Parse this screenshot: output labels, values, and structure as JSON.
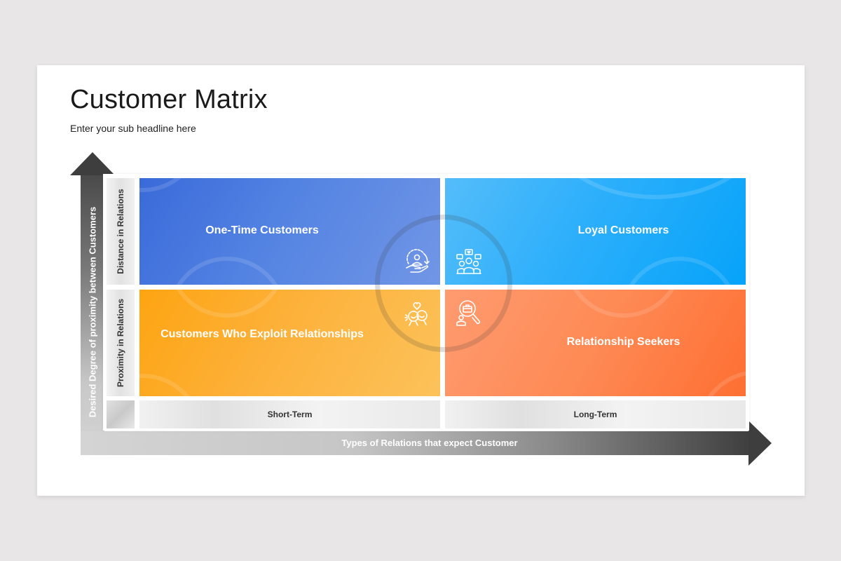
{
  "slide": {
    "title": "Customer Matrix",
    "subtitle": "Enter your sub headline here"
  },
  "axes": {
    "vertical_label": "Desired Degree of proximity between Customers",
    "horizontal_label": "Types of Relations that expect Customer"
  },
  "rows": [
    {
      "label": "Distance in Relations"
    },
    {
      "label": "Proximity in Relations"
    }
  ],
  "columns": [
    {
      "label": "Short-Term"
    },
    {
      "label": "Long-Term"
    }
  ],
  "quadrants": [
    {
      "id": "top-left",
      "label": "One-Time Customers",
      "icon": "customer-retention-hand-icon",
      "color": "#4a7ade"
    },
    {
      "id": "top-right",
      "label": "Loyal Customers",
      "icon": "group-hearts-icon",
      "color": "#1aa9fa"
    },
    {
      "id": "bottom-left",
      "label": "Customers Who Exploit Relationships",
      "icon": "friends-heart-icon",
      "color": "#fdae2a"
    },
    {
      "id": "bottom-right",
      "label": "Relationship Seekers",
      "icon": "search-briefcase-person-icon",
      "color": "#fe8148"
    }
  ],
  "colors": {
    "background": "#e8e6e7",
    "slide": "#ffffff",
    "arrow_dark": "#3e3e3e",
    "arrow_light": "#d4d4d4"
  }
}
